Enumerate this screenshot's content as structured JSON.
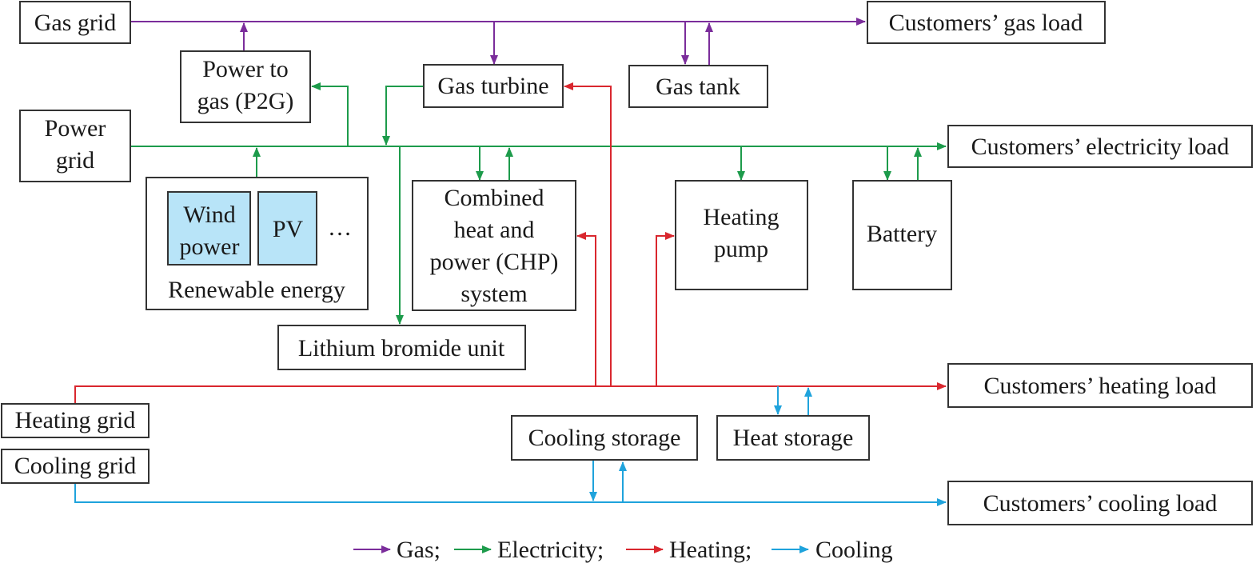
{
  "colors": {
    "gas": "#7b2d9b",
    "electricity": "#1d9b4b",
    "heating": "#d9272e",
    "cooling": "#1fa3dc",
    "renewable_fill": "#b8e4f8"
  },
  "nodes": {
    "gas_grid": "Gas grid",
    "customers_gas_load": "Customers’ gas load",
    "power_to_gas_line1": "Power to",
    "power_to_gas_line2": "gas (P2G)",
    "gas_turbine": "Gas turbine",
    "gas_tank": "Gas tank",
    "power_grid_line1": "Power",
    "power_grid_line2": "grid",
    "customers_electricity_load": "Customers’ electricity load",
    "wind_power_line1": "Wind",
    "wind_power_line2": "power",
    "pv": "PV",
    "ellipsis": "…",
    "renewable_energy": "Renewable energy",
    "chp_line1": "Combined",
    "chp_line2": "heat and",
    "chp_line3": "power (CHP)",
    "chp_line4": "system",
    "heating_pump_line1": "Heating",
    "heating_pump_line2": "pump",
    "battery": "Battery",
    "lithium_bromide_unit": "Lithium bromide unit",
    "heating_grid": "Heating grid",
    "customers_heating_load": "Customers’ heating load",
    "cooling_grid": "Cooling grid",
    "cooling_storage": "Cooling storage",
    "heat_storage": "Heat storage",
    "customers_cooling_load": "Customers’ cooling load"
  },
  "legend": {
    "gas": "Gas;",
    "electricity": "Electricity;",
    "heating": "Heating;",
    "cooling": "Cooling"
  }
}
